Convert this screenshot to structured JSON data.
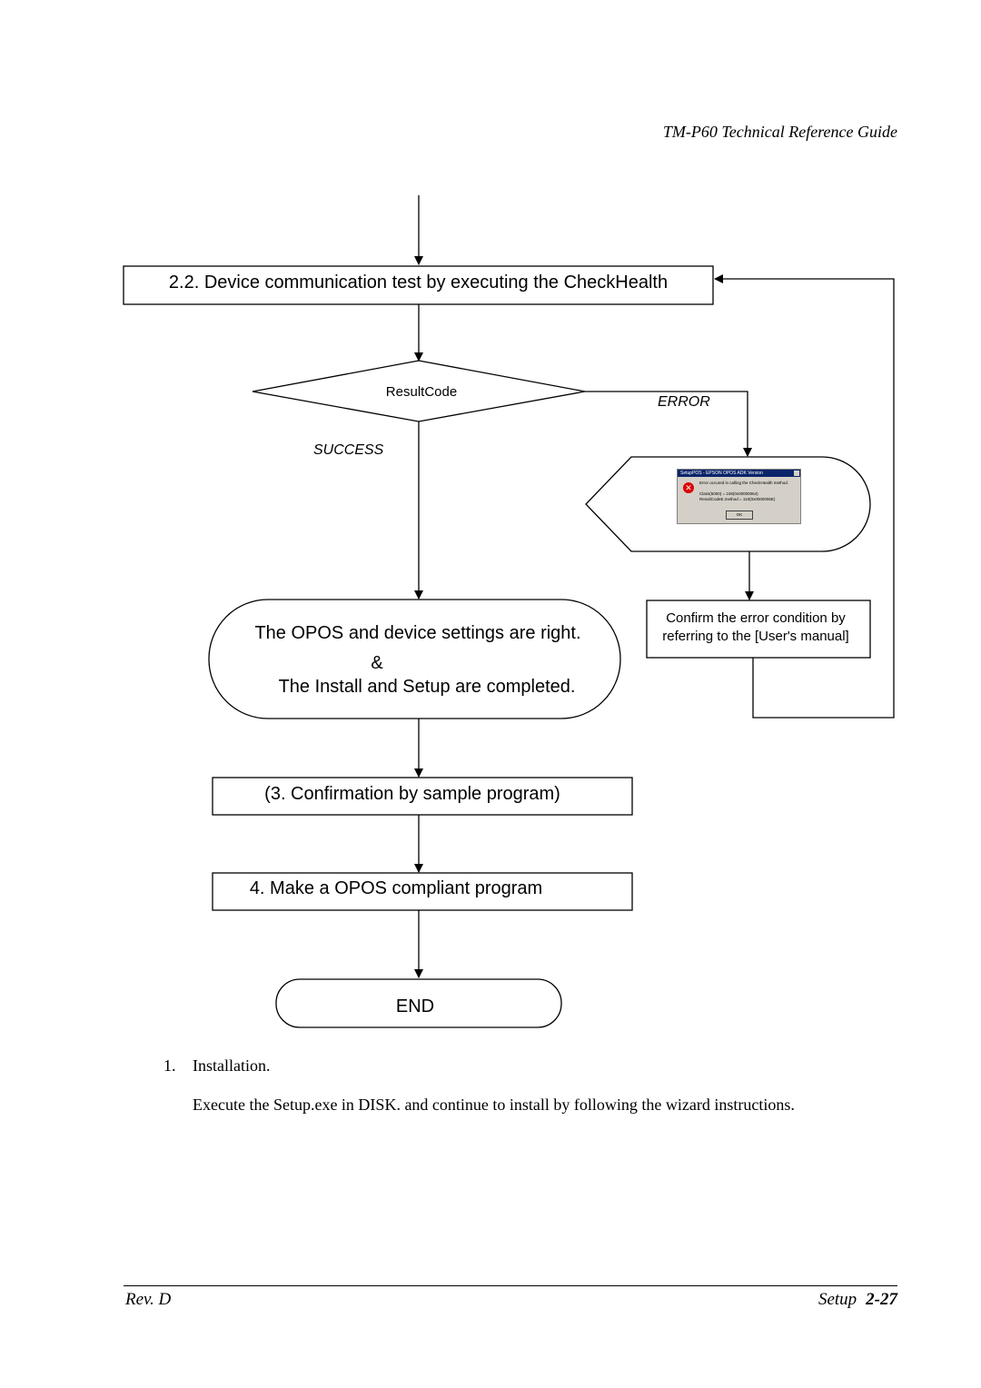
{
  "header": {
    "guide_title": "TM-P60 Technical Reference Guide"
  },
  "flowchart": {
    "step_check_health": "2.2. Device communication test by executing the CheckHealth",
    "decision": "ResultCode",
    "branch_error": "ERROR",
    "branch_success": "SUCCESS",
    "confirm_error_line1": "Confirm the error condition by",
    "confirm_error_line2": "referring to the [User's manual]",
    "result_line1": "The OPOS and device settings are right.",
    "result_amp": "&",
    "result_line2": "The Install and Setup are completed.",
    "step_confirmation": "(3. Confirmation by sample program)",
    "step_make_program": "4. Make a OPOS compliant program",
    "end": "END",
    "error_dialog": {
      "title": "SetupPOS - EPSON OPOS ADK Version",
      "message": "Error occured in calling the CheckHealth method.",
      "line_class": "Class(5000) = 106(0x00000064)",
      "line_result": "ResultCodeE.method = 110(0x0000006E)",
      "ok_label": "OK"
    }
  },
  "body": {
    "item_number": "1.",
    "item_title": "Installation.",
    "item_text": "Execute the Setup.exe in DISK. and continue to install by following the wizard instructions."
  },
  "footer": {
    "revision": "Rev. D",
    "section": "Setup",
    "page": "2-27"
  }
}
